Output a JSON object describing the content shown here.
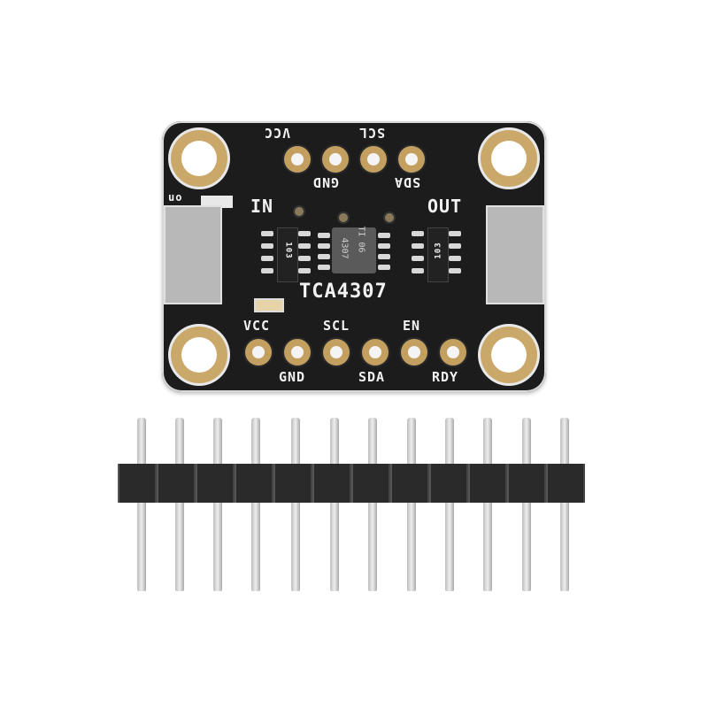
{
  "board": {
    "name": "TCA4307",
    "top_labels": [
      "VCC",
      "GND",
      "SCL",
      "SDA"
    ],
    "bottom_labels": [
      "VCC",
      "GND",
      "SCL",
      "SDA",
      "EN",
      "RDY"
    ],
    "side_labels": {
      "in": "IN",
      "out": "OUT",
      "led": "on"
    },
    "chip_marking": [
      "TI 06",
      "4307"
    ],
    "resistor_marking": "103"
  },
  "header": {
    "pin_count": 12
  },
  "colors": {
    "pcb": "#1c1c1c",
    "gold": "#c4a060",
    "silkscreen": "#f2f2f2",
    "header_plastic": "#2a2a2a",
    "pin_metal": "#d0d0d0"
  }
}
